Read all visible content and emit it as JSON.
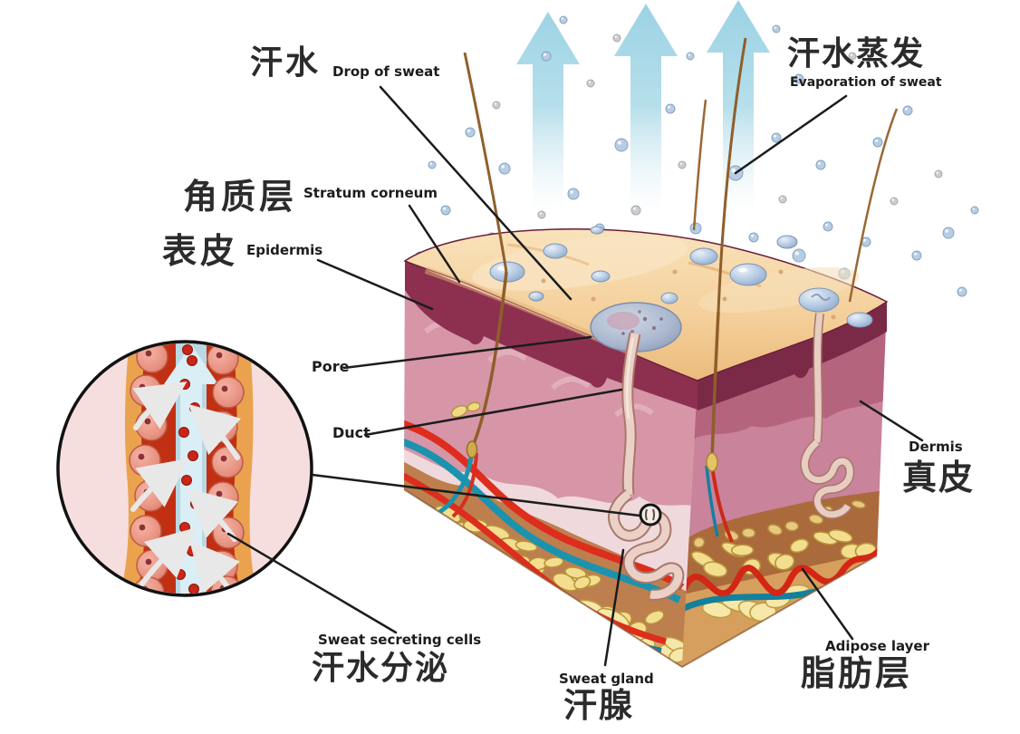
{
  "labels": {
    "drop_of_sweat": {
      "zh": "汗水",
      "en": "Drop of sweat"
    },
    "evaporation_of_sweat": {
      "zh": "汗水蒸发",
      "en": "Evaporation of sweat"
    },
    "stratum_corneum": {
      "zh": "角质层",
      "en": "Stratum corneum"
    },
    "epidermis": {
      "zh": "表皮",
      "en": "Epidermis"
    },
    "pore": {
      "en": "Pore"
    },
    "duct": {
      "en": "Duct"
    },
    "dermis": {
      "zh": "真皮",
      "en": "Dermis"
    },
    "sweat_secreting_cells": {
      "zh": "汗水分泌",
      "en": "Sweat secreting cells"
    },
    "sweat_gland": {
      "zh": "汗腺",
      "en": "Sweat gland"
    },
    "adipose_layer": {
      "zh": "脂肪层",
      "en": "Adipose layer"
    }
  },
  "colors": {
    "arrow_cyan": "#a5d7e6",
    "artery_red": "#dd2d1d",
    "vein_teal": "#1b93ae",
    "fat_yellow": "#f2de8e",
    "epidermis_pink": "#d795a8",
    "dermis_pink": "#c9839b",
    "surface_peach": "#f4cf9a",
    "maroon_edge": "#8d3050",
    "label_text": "#222222"
  }
}
